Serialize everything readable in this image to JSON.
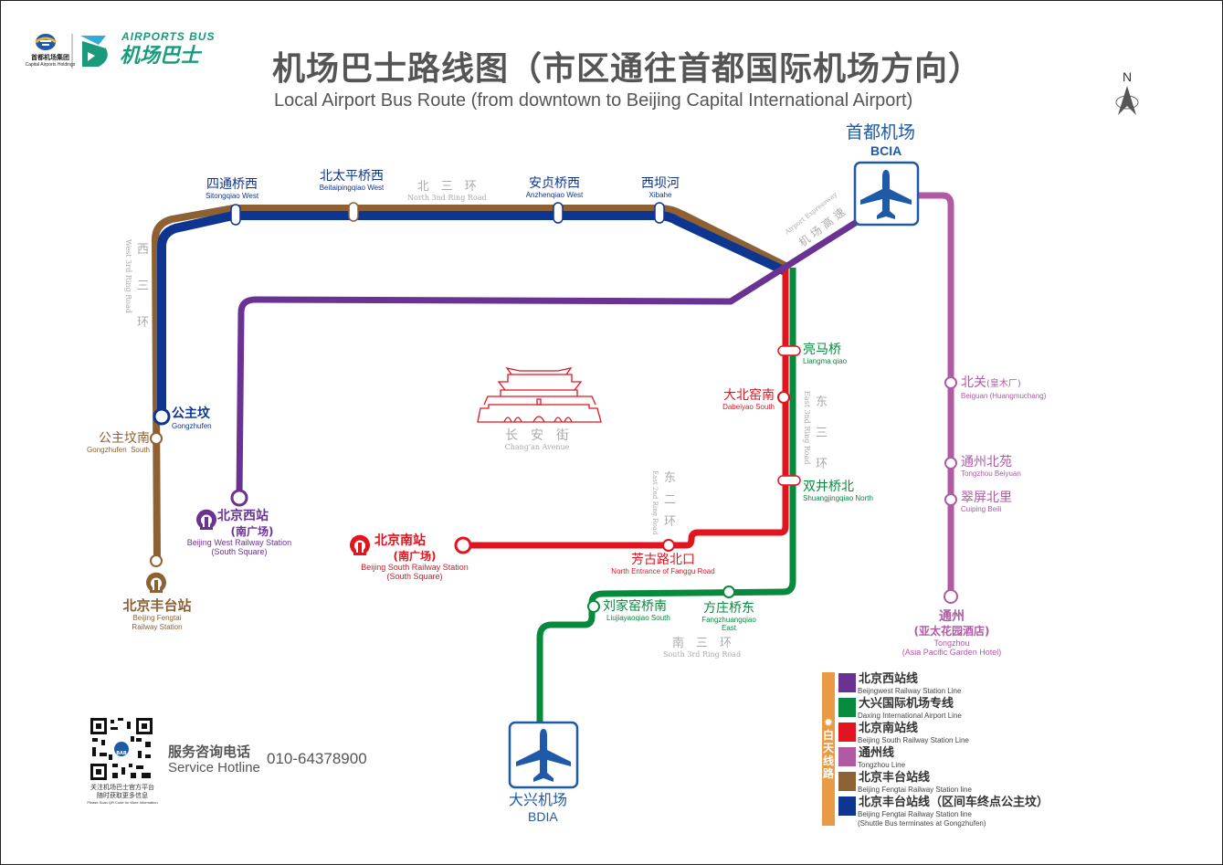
{
  "brand": {
    "group_name_cn": "首都机场集团",
    "group_name_en": "Capital Airports Holdings",
    "bus_brand_en": "AIRPORTS BUS",
    "bus_brand_cn": "机场巴士"
  },
  "header": {
    "title_cn": "机场巴士路线图（市区通往首都国际机场方向）",
    "title_en": "Local Airport Bus Route (from downtown to Beijing Capital International Airport)",
    "north_label": "N"
  },
  "colors": {
    "purple": "#6a3393",
    "green": "#078a3e",
    "red": "#e2141f",
    "magenta": "#b05aa3",
    "brown": "#8e6134",
    "navy": "#0e3691",
    "airport_blue": "#1e5aa8",
    "legend_strip": "#e89b44"
  },
  "airports": {
    "bcia": {
      "cn": "首都机场",
      "en": "BCIA",
      "icon": "airplane-icon"
    },
    "bdia": {
      "cn": "大兴机场",
      "en": "BDIA",
      "icon": "airplane-icon"
    }
  },
  "stations": {
    "sitongqiao": {
      "cn": "四通桥西",
      "en": "Sitongqiao West"
    },
    "beitaiping": {
      "cn": "北太平桥西",
      "en": "Beitaipingqiao West"
    },
    "anzhenqiao": {
      "cn": "安贞桥西",
      "en": "Anzhenqiao West"
    },
    "xibahe": {
      "cn": "西坝河",
      "en": "Xibahe"
    },
    "liangmaqiao": {
      "cn": "亮马桥",
      "en": "Liangma qiao"
    },
    "dabeiyao": {
      "cn": "大北窑南",
      "en": "Dabeiyao South"
    },
    "shuangjing": {
      "cn": "双井桥北",
      "en": "Shuangjingqiao North"
    },
    "fanggu": {
      "cn": "芳古路北口",
      "en": "North Entrance of Fanggu Road"
    },
    "liujiayao": {
      "cn": "刘家窑桥南",
      "en": "Liujiayaoqiao South"
    },
    "fangzhuang": {
      "cn": "方庄桥东",
      "en": "Fangzhuangqiao",
      "en2": "East"
    },
    "gongzhufen": {
      "cn": "公主坟",
      "en": "Gongzhufen"
    },
    "gongzhufen_s": {
      "cn": "公主坟南",
      "en": "Gongzhufen  South"
    },
    "bj_west": {
      "cn": "北京西站",
      "cn2": "(南广场)",
      "en": "Beijing West Railway Station",
      "en2": "(South Square)",
      "icon": "railway-icon"
    },
    "bj_south": {
      "cn": "北京南站",
      "cn2": "(南广场)",
      "en": "Beijing South Railway Station",
      "en2": "(South Square)",
      "icon": "railway-icon"
    },
    "bj_fengtai": {
      "cn": "北京丰台站",
      "en": "Beijing Fengtai",
      "en2": "Railway Station",
      "icon": "railway-icon"
    },
    "beiguan": {
      "cn": "北关",
      "cn_sub": "(皇木厂)",
      "en": "Beiguan (Huangmuchang)"
    },
    "tz_beiyuan": {
      "cn": "通州北苑",
      "en": "Tongzhou Beiyuan"
    },
    "cuiping": {
      "cn": "翠屏北里",
      "en": "Cuiping Beili"
    },
    "tongzhou": {
      "cn": "通州",
      "cn2": "(亚太花园酒店)",
      "en": "Tongzhou",
      "en2": "(Asia Pacific Garden Hotel)"
    }
  },
  "roads": {
    "north3": {
      "cn": "北　三　环",
      "en": "North 3nd Ring Road"
    },
    "west3": {
      "cn": [
        "西",
        "三",
        "环"
      ],
      "en": "West 3rd Ring Road"
    },
    "east3": {
      "cn": [
        "东",
        "三",
        "环"
      ],
      "en": "East 3nd Ring Road"
    },
    "east2": {
      "cn": [
        "东",
        "二",
        "环"
      ],
      "en": "East 2nd Ring Road"
    },
    "south3": {
      "cn": "南　三　环",
      "en": "South 3rd Ring Road"
    },
    "airport_exp": {
      "cn": "机场高速",
      "en": "Airport Expressway"
    },
    "changan": {
      "cn": "长　安　街",
      "en": "Chang'an Avenue",
      "icon": "tiananmen-icon"
    }
  },
  "legend": {
    "strip_label": [
      "白",
      "天",
      "线",
      "路"
    ],
    "strip_icon": "sun-icon",
    "items": [
      {
        "cn": "北京西站线",
        "en": "Beijngwest Railway Station Line",
        "color": "#6a3393"
      },
      {
        "cn": "大兴国际机场专线",
        "en": "Daxing International Airport Line",
        "color": "#078a3e"
      },
      {
        "cn": "北京南站线",
        "en": "Beijing South Railway Station Line",
        "color": "#e2141f"
      },
      {
        "cn": "通州线",
        "en": "Tongzhou Line",
        "color": "#b05aa3"
      },
      {
        "cn": "北京丰台站线",
        "en": "Beijing Fengtai Railway Station line",
        "color": "#8e6134"
      },
      {
        "cn": "北京丰台站线（区间车终点公主坟）",
        "en": "Beijing Fengtai Railway Station line",
        "en2": "(Shuttle Bus  terminates at Gongzhufen)",
        "color": "#0e3691"
      }
    ]
  },
  "footer": {
    "qr_caption_cn1": "关注机场巴士官方平台",
    "qr_caption_cn2": "随时获取更多信息",
    "qr_caption_en": "Please Scan QR Code for More Information",
    "qr_badge": "BAB",
    "hotline_cn": "服务咨询电话",
    "hotline_en": "Service Hotline",
    "hotline_number": "010-64378900"
  }
}
